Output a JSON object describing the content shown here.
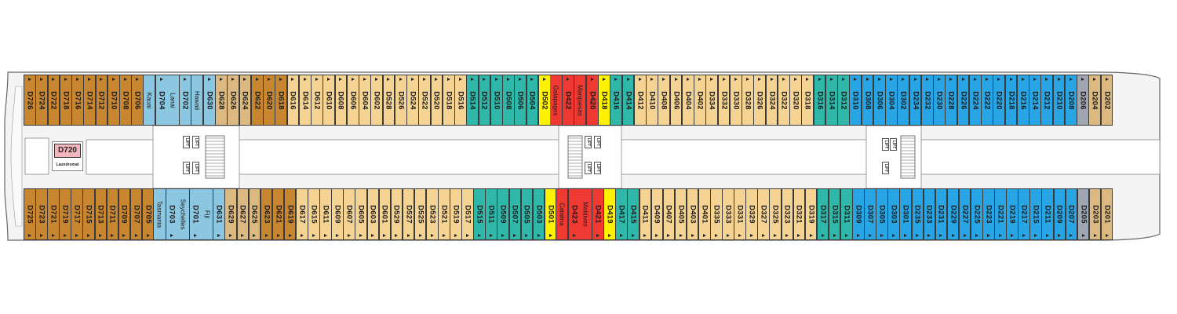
{
  "colors": {
    "brown": "#c7862f",
    "blue_light": "#8cc7e1",
    "tan": "#dcb981",
    "cream": "#f5d393",
    "teal": "#2fb7aa",
    "yellow": "#fff200",
    "red": "#ee3a33",
    "blue": "#27a5e4",
    "grey": "#9fa6b2"
  },
  "laundry": {
    "room": "D720",
    "label": "Laundromat"
  },
  "top_row": [
    {
      "num": "D726",
      "color": "brown"
    },
    {
      "num": "D724",
      "color": "brown"
    },
    {
      "num": "D722",
      "color": "brown"
    },
    {
      "num": "D718",
      "color": "brown"
    },
    {
      "num": "D716",
      "color": "brown"
    },
    {
      "num": "D714",
      "color": "brown"
    },
    {
      "num": "D712",
      "color": "brown"
    },
    {
      "num": "D710",
      "color": "brown"
    },
    {
      "num": "D708",
      "color": "brown"
    },
    {
      "num": "D706",
      "color": "brown"
    },
    {
      "num": "Kauai",
      "color": "blue_light",
      "name": true
    },
    {
      "num": "D704",
      "color": "blue_light"
    },
    {
      "num": "Lanai",
      "color": "blue_light",
      "name": true
    },
    {
      "num": "D702",
      "color": "blue_light"
    },
    {
      "num": "Hawaii",
      "color": "blue_light",
      "name": true
    },
    {
      "num": "D630",
      "color": "blue_light"
    },
    {
      "num": "D628",
      "color": "tan"
    },
    {
      "num": "D626",
      "color": "tan"
    },
    {
      "num": "D624",
      "color": "tan"
    },
    {
      "num": "D622",
      "color": "brown"
    },
    {
      "num": "D620",
      "color": "brown"
    },
    {
      "num": "D618",
      "color": "brown"
    },
    {
      "num": "D616",
      "color": "cream"
    },
    {
      "num": "D614",
      "color": "cream"
    },
    {
      "num": "D612",
      "color": "cream"
    },
    {
      "num": "D610",
      "color": "cream"
    },
    {
      "num": "D608",
      "color": "cream"
    },
    {
      "num": "D606",
      "color": "cream"
    },
    {
      "num": "D604",
      "color": "cream"
    },
    {
      "num": "D602",
      "color": "cream"
    },
    {
      "num": "D528",
      "color": "cream"
    },
    {
      "num": "D526",
      "color": "cream"
    },
    {
      "num": "D524",
      "color": "cream"
    },
    {
      "num": "D522",
      "color": "cream"
    },
    {
      "num": "D520",
      "color": "cream"
    },
    {
      "num": "D518",
      "color": "cream"
    },
    {
      "num": "D516",
      "color": "cream"
    },
    {
      "num": "D514",
      "color": "teal"
    },
    {
      "num": "D512",
      "color": "teal"
    },
    {
      "num": "D510",
      "color": "teal"
    },
    {
      "num": "D508",
      "color": "teal"
    },
    {
      "num": "D506",
      "color": "teal"
    },
    {
      "num": "D504",
      "color": "teal"
    },
    {
      "num": "D502",
      "color": "yellow"
    },
    {
      "num": "Galapagos",
      "color": "red",
      "name": true
    },
    {
      "num": "D422",
      "color": "red"
    },
    {
      "num": "Marquesas",
      "color": "red",
      "name": true
    },
    {
      "num": "D420",
      "color": "red"
    },
    {
      "num": "D418",
      "color": "yellow"
    },
    {
      "num": "D416",
      "color": "teal"
    },
    {
      "num": "D414",
      "color": "teal"
    },
    {
      "num": "D412",
      "color": "cream"
    },
    {
      "num": "D410",
      "color": "cream"
    },
    {
      "num": "D408",
      "color": "cream"
    },
    {
      "num": "D406",
      "color": "cream"
    },
    {
      "num": "D404",
      "color": "cream"
    },
    {
      "num": "D402",
      "color": "cream"
    },
    {
      "num": "D334",
      "color": "cream"
    },
    {
      "num": "D332",
      "color": "cream"
    },
    {
      "num": "D330",
      "color": "cream"
    },
    {
      "num": "D328",
      "color": "cream"
    },
    {
      "num": "D326",
      "color": "cream"
    },
    {
      "num": "D324",
      "color": "cream"
    },
    {
      "num": "D322",
      "color": "cream"
    },
    {
      "num": "D320",
      "color": "cream"
    },
    {
      "num": "D318",
      "color": "cream"
    },
    {
      "num": "D316",
      "color": "teal"
    },
    {
      "num": "D314",
      "color": "teal"
    },
    {
      "num": "D312",
      "color": "teal"
    },
    {
      "num": "D310",
      "color": "blue"
    },
    {
      "num": "D308",
      "color": "blue"
    },
    {
      "num": "D306",
      "color": "blue"
    },
    {
      "num": "D304",
      "color": "blue"
    },
    {
      "num": "D302",
      "color": "blue"
    },
    {
      "num": "D234",
      "color": "blue"
    },
    {
      "num": "D232",
      "color": "blue"
    },
    {
      "num": "D230",
      "color": "blue"
    },
    {
      "num": "D228",
      "color": "blue"
    },
    {
      "num": "D226",
      "color": "blue"
    },
    {
      "num": "D224",
      "color": "blue"
    },
    {
      "num": "D222",
      "color": "blue"
    },
    {
      "num": "D220",
      "color": "blue"
    },
    {
      "num": "D218",
      "color": "blue"
    },
    {
      "num": "D216",
      "color": "blue"
    },
    {
      "num": "D214",
      "color": "blue"
    },
    {
      "num": "D212",
      "color": "blue"
    },
    {
      "num": "D210",
      "color": "blue"
    },
    {
      "num": "D208",
      "color": "blue"
    },
    {
      "num": "D206",
      "color": "grey"
    },
    {
      "num": "D204",
      "color": "tan"
    },
    {
      "num": "D202",
      "color": "tan"
    }
  ],
  "bottom_row": [
    {
      "num": "D725",
      "color": "brown"
    },
    {
      "num": "D723",
      "color": "brown"
    },
    {
      "num": "D721",
      "color": "brown"
    },
    {
      "num": "D719",
      "color": "brown"
    },
    {
      "num": "D717",
      "color": "brown"
    },
    {
      "num": "D715",
      "color": "brown"
    },
    {
      "num": "D713",
      "color": "brown"
    },
    {
      "num": "D711",
      "color": "brown"
    },
    {
      "num": "D709",
      "color": "brown"
    },
    {
      "num": "D707",
      "color": "brown"
    },
    {
      "num": "D705",
      "color": "brown"
    },
    {
      "num": "Tasmania",
      "color": "blue_light",
      "name": true
    },
    {
      "num": "D703",
      "color": "blue_light"
    },
    {
      "num": "Seychelles",
      "color": "blue_light",
      "name": true
    },
    {
      "num": "D701",
      "color": "blue_light"
    },
    {
      "num": "Fiji",
      "color": "blue_light",
      "name": true
    },
    {
      "num": "D631",
      "color": "blue_light"
    },
    {
      "num": "D629",
      "color": "tan"
    },
    {
      "num": "D627",
      "color": "tan"
    },
    {
      "num": "D625",
      "color": "tan"
    },
    {
      "num": "D623",
      "color": "brown"
    },
    {
      "num": "D621",
      "color": "brown"
    },
    {
      "num": "D619",
      "color": "brown"
    },
    {
      "num": "D617",
      "color": "cream"
    },
    {
      "num": "D615",
      "color": "cream"
    },
    {
      "num": "D611",
      "color": "cream"
    },
    {
      "num": "D609",
      "color": "cream"
    },
    {
      "num": "D607",
      "color": "cream"
    },
    {
      "num": "D605",
      "color": "cream"
    },
    {
      "num": "D603",
      "color": "cream"
    },
    {
      "num": "D601",
      "color": "cream"
    },
    {
      "num": "D529",
      "color": "cream"
    },
    {
      "num": "D527",
      "color": "cream"
    },
    {
      "num": "D525",
      "color": "cream"
    },
    {
      "num": "D523",
      "color": "cream"
    },
    {
      "num": "D521",
      "color": "cream"
    },
    {
      "num": "D519",
      "color": "cream"
    },
    {
      "num": "D517",
      "color": "cream"
    },
    {
      "num": "D515",
      "color": "teal"
    },
    {
      "num": "D511",
      "color": "teal"
    },
    {
      "num": "D509",
      "color": "teal"
    },
    {
      "num": "D507",
      "color": "teal"
    },
    {
      "num": "D505",
      "color": "teal"
    },
    {
      "num": "D503",
      "color": "teal"
    },
    {
      "num": "D501",
      "color": "yellow"
    },
    {
      "num": "Catalina",
      "color": "red",
      "name": true
    },
    {
      "num": "D423",
      "color": "red"
    },
    {
      "num": "Maldives",
      "color": "red",
      "name": true
    },
    {
      "num": "D421",
      "color": "red"
    },
    {
      "num": "D419",
      "color": "yellow"
    },
    {
      "num": "D417",
      "color": "teal"
    },
    {
      "num": "D415",
      "color": "teal"
    },
    {
      "num": "D411",
      "color": "cream"
    },
    {
      "num": "D409",
      "color": "cream"
    },
    {
      "num": "D407",
      "color": "cream"
    },
    {
      "num": "D405",
      "color": "cream"
    },
    {
      "num": "D403",
      "color": "cream"
    },
    {
      "num": "D401",
      "color": "cream"
    },
    {
      "num": "D335",
      "color": "cream"
    },
    {
      "num": "D333",
      "color": "cream"
    },
    {
      "num": "D331",
      "color": "cream"
    },
    {
      "num": "D329",
      "color": "cream"
    },
    {
      "num": "D327",
      "color": "cream"
    },
    {
      "num": "D325",
      "color": "cream"
    },
    {
      "num": "D323",
      "color": "cream"
    },
    {
      "num": "D321",
      "color": "cream"
    },
    {
      "num": "D319",
      "color": "cream"
    },
    {
      "num": "D317",
      "color": "teal"
    },
    {
      "num": "D315",
      "color": "teal"
    },
    {
      "num": "D311",
      "color": "teal"
    },
    {
      "num": "D309",
      "color": "blue"
    },
    {
      "num": "D307",
      "color": "blue"
    },
    {
      "num": "D305",
      "color": "blue"
    },
    {
      "num": "D303",
      "color": "blue"
    },
    {
      "num": "D301",
      "color": "blue"
    },
    {
      "num": "D235",
      "color": "blue"
    },
    {
      "num": "D233",
      "color": "blue"
    },
    {
      "num": "D231",
      "color": "blue"
    },
    {
      "num": "D229",
      "color": "blue"
    },
    {
      "num": "D227",
      "color": "blue"
    },
    {
      "num": "D225",
      "color": "blue"
    },
    {
      "num": "D223",
      "color": "blue"
    },
    {
      "num": "D221",
      "color": "blue"
    },
    {
      "num": "D219",
      "color": "blue"
    },
    {
      "num": "D217",
      "color": "blue"
    },
    {
      "num": "D215",
      "color": "blue"
    },
    {
      "num": "D211",
      "color": "blue"
    },
    {
      "num": "D209",
      "color": "blue"
    },
    {
      "num": "D207",
      "color": "blue"
    },
    {
      "num": "D205",
      "color": "grey"
    },
    {
      "num": "D203",
      "color": "tan"
    },
    {
      "num": "D201",
      "color": "tan"
    }
  ],
  "lifts": {
    "label": "LIFT"
  }
}
